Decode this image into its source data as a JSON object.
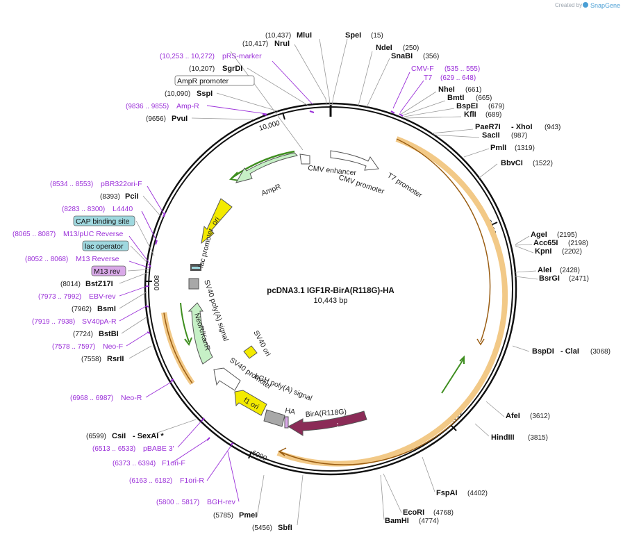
{
  "branding": {
    "created_by": "Created by",
    "app_name": "SnapGene"
  },
  "plasmid": {
    "name": "pcDNA3.1 IGF1R-BirA(R118G)-HA",
    "length_label": "10,443 bp",
    "length": 10443
  },
  "ruler_ticks": [
    "2000",
    "4000",
    "6000",
    "8000",
    "10,000"
  ],
  "colors": {
    "primer": "#9b30d9",
    "orf_band": "#f2c987",
    "orf_arrow": "#9a5d12",
    "green_arrow": "#3e8e1f",
    "yellow": "#f3ea00",
    "birA": "#8b2b57",
    "light_green": "#c6f0c6",
    "grey": "#a8a8a8",
    "cyan_box": "#9fd8df",
    "magenta_box": "#d9a9e8"
  },
  "right_labels": [
    {
      "name": "SpeI",
      "pos": "(15)"
    },
    {
      "name": "NdeI",
      "pos": "(250)"
    },
    {
      "name": "SnaBI",
      "pos": "(356)"
    },
    {
      "name": "CMV-F",
      "pos": "(535 .. 555)",
      "primer": true
    },
    {
      "name": "T7",
      "pos": "(629 .. 648)",
      "primer": true
    },
    {
      "name": "NheI",
      "pos": "(661)"
    },
    {
      "name": "BmtI",
      "pos": "(665)"
    },
    {
      "name": "BspEI",
      "pos": "(679)"
    },
    {
      "name": "KflI",
      "pos": "(689)"
    },
    {
      "name": "PaeR7I",
      "name2": "- XhoI",
      "pos": "(943)"
    },
    {
      "name": "SacII",
      "pos": "(987)"
    },
    {
      "name": "PmlI",
      "pos": "(1319)"
    },
    {
      "name": "BbvCI",
      "pos": "(1522)"
    },
    {
      "name": "AgeI",
      "pos": "(2195)"
    },
    {
      "name": "Acc65I",
      "pos": "(2198)"
    },
    {
      "name": "KpnI",
      "pos": "(2202)"
    },
    {
      "name": "AleI",
      "pos": "(2428)"
    },
    {
      "name": "BsrGI",
      "pos": "(2471)"
    },
    {
      "name": "BspDI",
      "name2": "- ClaI",
      "pos": "(3068)"
    },
    {
      "name": "AfeI",
      "pos": "(3612)"
    },
    {
      "name": "HindIII",
      "pos": "(3815)"
    },
    {
      "name": "FspAI",
      "pos": "(4402)"
    },
    {
      "name": "EcoRI",
      "pos": "(4768)"
    },
    {
      "name": "BamHI",
      "pos": "(4774)"
    }
  ],
  "left_labels": [
    {
      "name": "MluI",
      "pos": "(10,437)"
    },
    {
      "name": "NruI",
      "pos": "(10,417)"
    },
    {
      "name": "pRS-marker",
      "pos": "(10,253 .. 10,272)",
      "primer": true
    },
    {
      "name": "SgrDI",
      "pos": "(10,207)"
    },
    {
      "name": "AmpR promoter",
      "box": "white"
    },
    {
      "name": "SspI",
      "pos": "(10,090)"
    },
    {
      "name": "Amp-R",
      "pos": "(9836 .. 9855)",
      "primer": true
    },
    {
      "name": "PvuI",
      "pos": "(9656)"
    },
    {
      "name": "pBR322ori-F",
      "pos": "(8534 .. 8553)",
      "primer": true
    },
    {
      "name": "PciI",
      "pos": "(8393)"
    },
    {
      "name": "L4440",
      "pos": "(8283 .. 8300)",
      "primer": true
    },
    {
      "name": "CAP binding site",
      "box": "cyan"
    },
    {
      "name": "M13/pUC Reverse",
      "pos": "(8065 .. 8087)",
      "primer": true
    },
    {
      "name": "lac operator",
      "box": "cyan"
    },
    {
      "name": "M13 Reverse",
      "pos": "(8052 .. 8068)",
      "primer": true
    },
    {
      "name": "M13 rev",
      "box": "magenta"
    },
    {
      "name": "BstZ17I",
      "pos": "(8014)"
    },
    {
      "name": "EBV-rev",
      "pos": "(7973 .. 7992)",
      "primer": true
    },
    {
      "name": "BsmI",
      "pos": "(7962)"
    },
    {
      "name": "SV40pA-R",
      "pos": "(7919 .. 7938)",
      "primer": true
    },
    {
      "name": "BstBI",
      "pos": "(7724)"
    },
    {
      "name": "Neo-F",
      "pos": "(7578 .. 7597)",
      "primer": true
    },
    {
      "name": "RsrII",
      "pos": "(7558)"
    },
    {
      "name": "Neo-R",
      "pos": "(6968 .. 6987)",
      "primer": true
    },
    {
      "name": "CsiI",
      "name2": "- SexAI *",
      "pos": "(6599)"
    },
    {
      "name": "pBABE 3'",
      "pos": "(6513 .. 6533)",
      "primer": true
    },
    {
      "name": "F1ori-F",
      "pos": "(6373 .. 6394)",
      "primer": true
    },
    {
      "name": "F1ori-R",
      "pos": "(6163 .. 6182)",
      "primer": true
    },
    {
      "name": "BGH-rev",
      "pos": "(5800 .. 5817)",
      "primer": true
    },
    {
      "name": "PmeI",
      "pos": "(5785)"
    },
    {
      "name": "SbfI",
      "pos": "(5456)"
    }
  ],
  "features": {
    "cmv_enhancer": "CMV enhancer",
    "cmv_promoter": "CMV promoter",
    "t7_promoter": "T7 promoter",
    "ampr": "AmpR",
    "ori": "ori",
    "lac_promoter": "lac promoter",
    "sv40_polya": "SV40 poly(A) signal",
    "neor": "NeoR/KanR",
    "sv40_ori": "SV40 ori",
    "sv40_promoter": "SV40 promoter",
    "f1_ori": "f1 ori",
    "bgh_polya": "bGH poly(A) signal",
    "ha": "HA",
    "birA": "BirA(R118G)"
  }
}
